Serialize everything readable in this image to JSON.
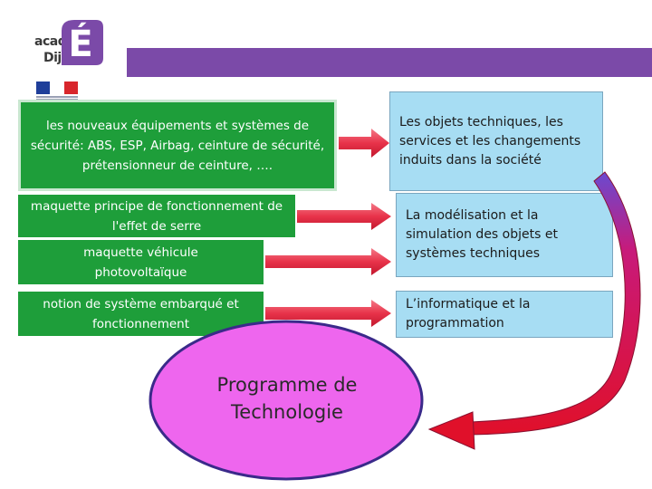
{
  "header": {
    "logo_line1": "académie",
    "logo_line2": "Dijon",
    "logo_letter": "É",
    "colors": {
      "bar": "#7b4aa8",
      "green": "#1e9e3a",
      "blue": "#a7ddf3",
      "magenta": "#ee66ee",
      "arrow_red": "#e8334a"
    }
  },
  "left_boxes": [
    {
      "text": "les nouveaux équipements et systèmes de sécurité: ABS, ESP, Airbag, ceinture de sécurité, prétensionneur de ceinture, …."
    },
    {
      "text": "maquette principe de fonctionnement de l'effet de serre"
    },
    {
      "text": "maquette véhicule photovoltaïque"
    },
    {
      "text": "notion de système embarqué  et fonctionnement"
    }
  ],
  "right_boxes": [
    {
      "text": "Les objets techniques, les services et les changements induits dans la société"
    },
    {
      "text": "La modélisation et la simulation des objets et systèmes techniques"
    },
    {
      "text": "L’informatique et la programmation"
    }
  ],
  "center": {
    "text": "Programme de Technologie"
  }
}
